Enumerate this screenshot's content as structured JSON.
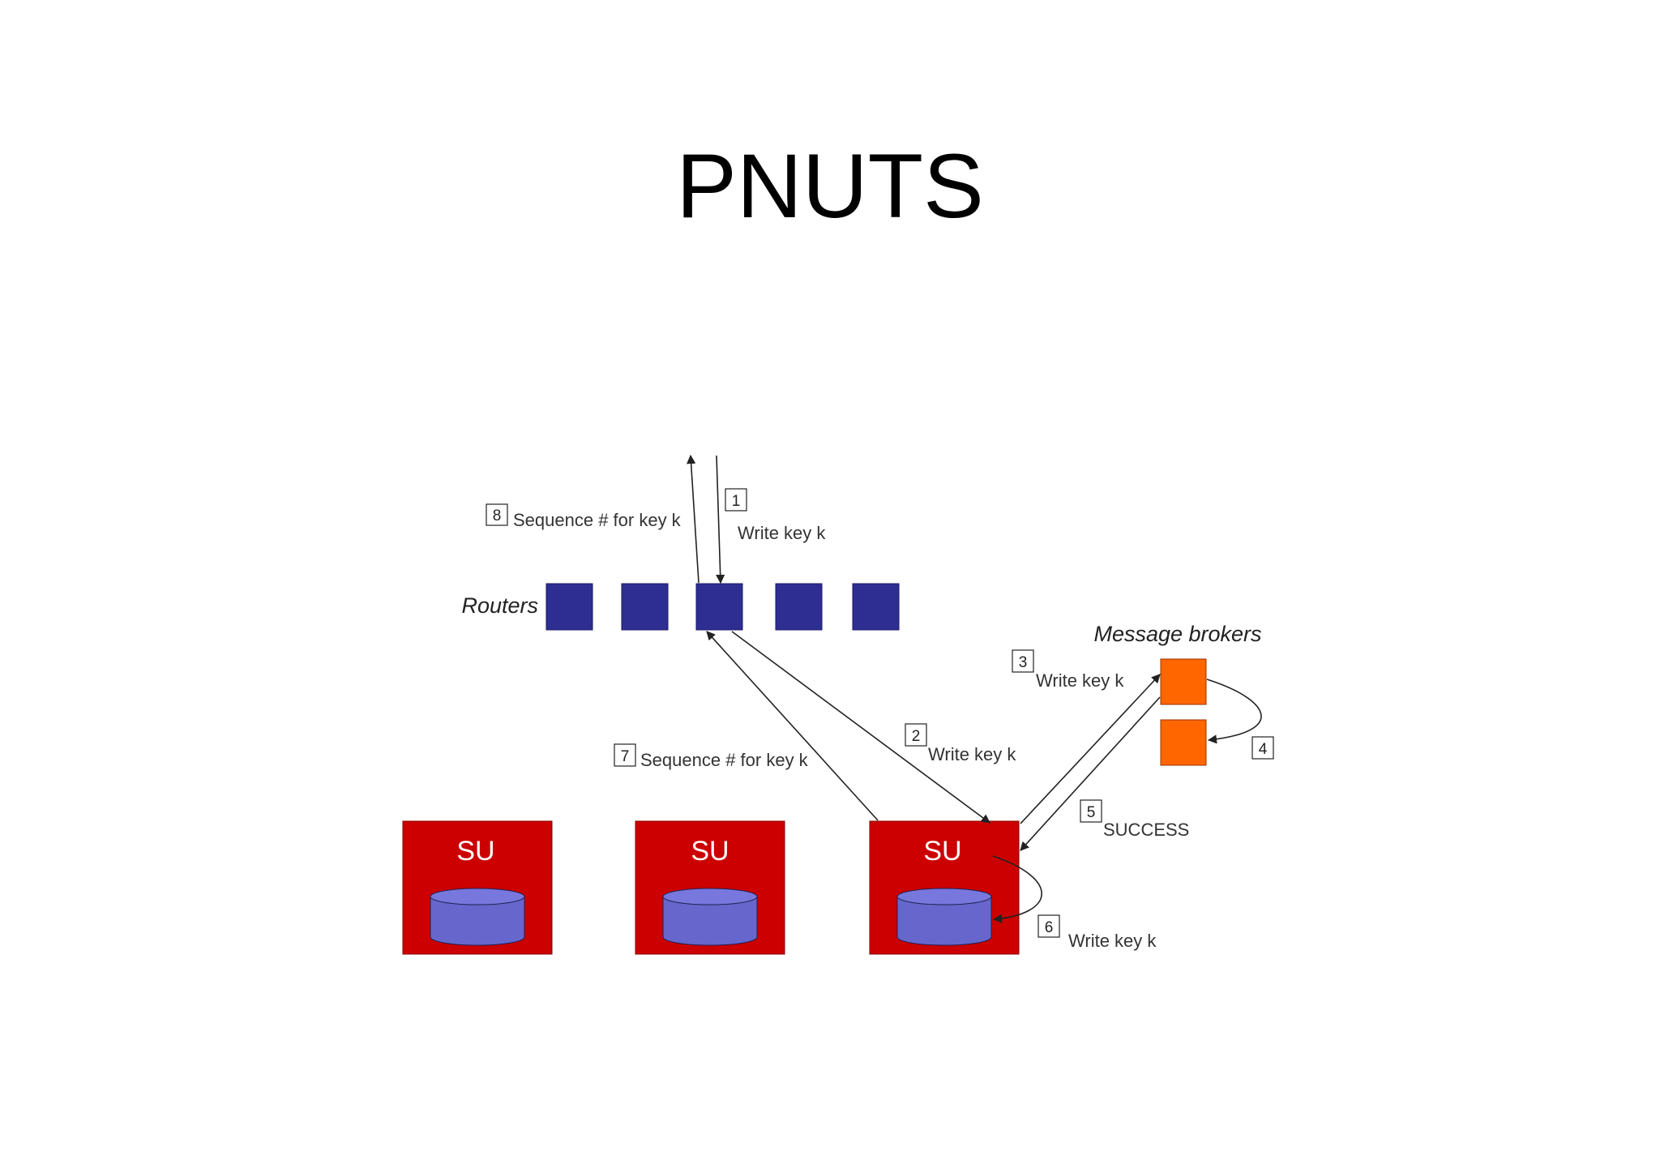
{
  "title": "PNUTS",
  "groups": {
    "routers_label": "Routers",
    "message_brokers_label": "Message brokers"
  },
  "storage_units": [
    {
      "label": "SU"
    },
    {
      "label": "SU"
    },
    {
      "label": "SU"
    }
  ],
  "steps": [
    {
      "number": "1",
      "label": "Write key k"
    },
    {
      "number": "2",
      "label": "Write key k"
    },
    {
      "number": "3",
      "label": "Write key k"
    },
    {
      "number": "4",
      "label": ""
    },
    {
      "number": "5",
      "label": "SUCCESS"
    },
    {
      "number": "6",
      "label": "Write key k"
    },
    {
      "number": "7",
      "label": "Sequence # for key k"
    },
    {
      "number": "8",
      "label": "Sequence # for key k"
    }
  ],
  "colors": {
    "router": "#2e2e92",
    "storage_unit": "#cc0000",
    "disk": "#6666cc",
    "message_broker": "#ff6600"
  }
}
